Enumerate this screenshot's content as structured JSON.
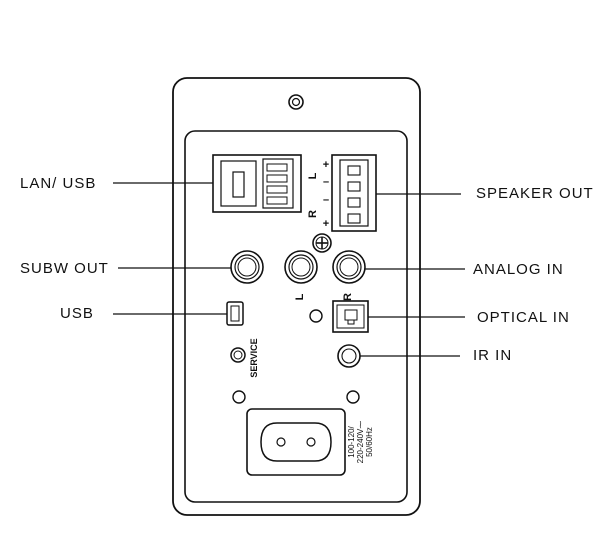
{
  "callouts": {
    "lan_usb": "LAN/ USB",
    "subw_out": "SUBW OUT",
    "usb": "USB",
    "speaker_out": "SPEAKER OUT",
    "analog_in": "ANALOG IN",
    "optical_in": "OPTICAL IN",
    "ir_in": "IR IN"
  },
  "panel_labels": {
    "terminal_l": "L",
    "terminal_r": "R",
    "plus_top": "+",
    "minus_1": "–",
    "minus_2": "–",
    "plus_bottom": "+",
    "analog_l": "L",
    "analog_r": "R",
    "service": "SERVICE"
  },
  "power_rating": {
    "line1": "100-120/",
    "line2": "220-240V⁓",
    "line3": "50/60Hz"
  }
}
